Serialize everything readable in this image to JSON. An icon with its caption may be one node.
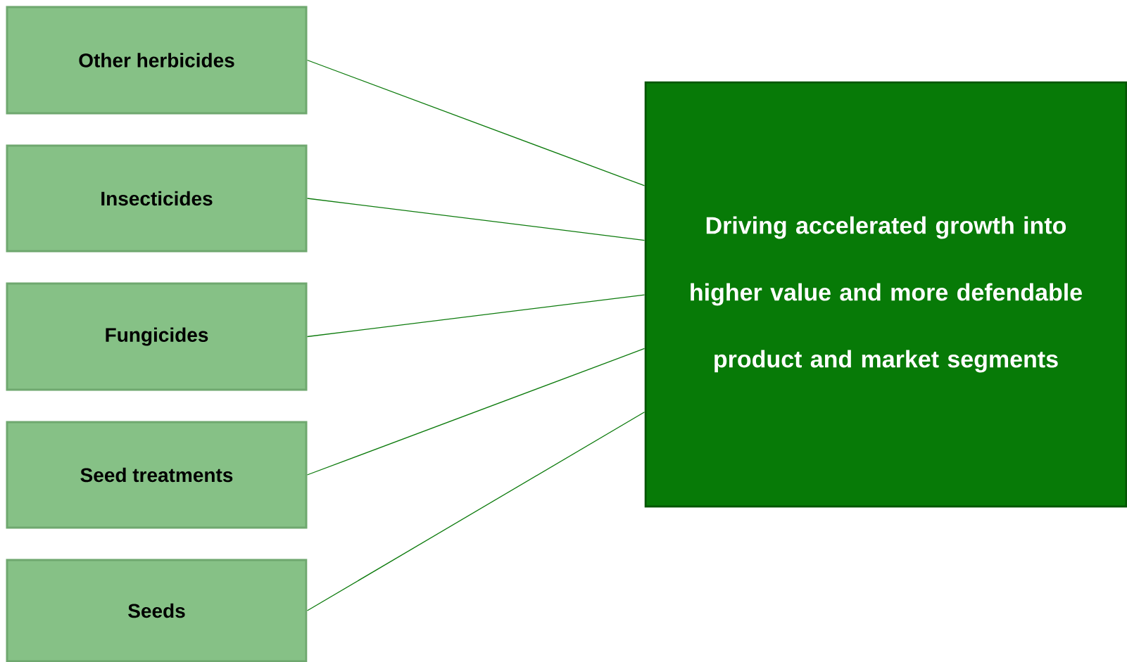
{
  "diagram": {
    "nodes": [
      {
        "text": [
          "Other herbicides"
        ]
      },
      {
        "text": [
          "Insecticides"
        ]
      },
      {
        "text": [
          "Fungicides"
        ]
      },
      {
        "text": [
          "Seed treatments"
        ]
      },
      {
        "text": [
          "Seeds"
        ]
      },
      {
        "text": [
          "Driving accelerated growth into higher value and more defendable product and market segments"
        ]
      }
    ],
    "edges": [
      {
        "from": 0,
        "to": 5,
        "arrow": "none"
      },
      {
        "from": 1,
        "to": 5,
        "arrow": "none"
      },
      {
        "from": 2,
        "to": 5,
        "arrow": "none"
      },
      {
        "from": 3,
        "to": 5,
        "arrow": "none"
      },
      {
        "from": 4,
        "to": 5,
        "arrow": "none"
      }
    ]
  }
}
